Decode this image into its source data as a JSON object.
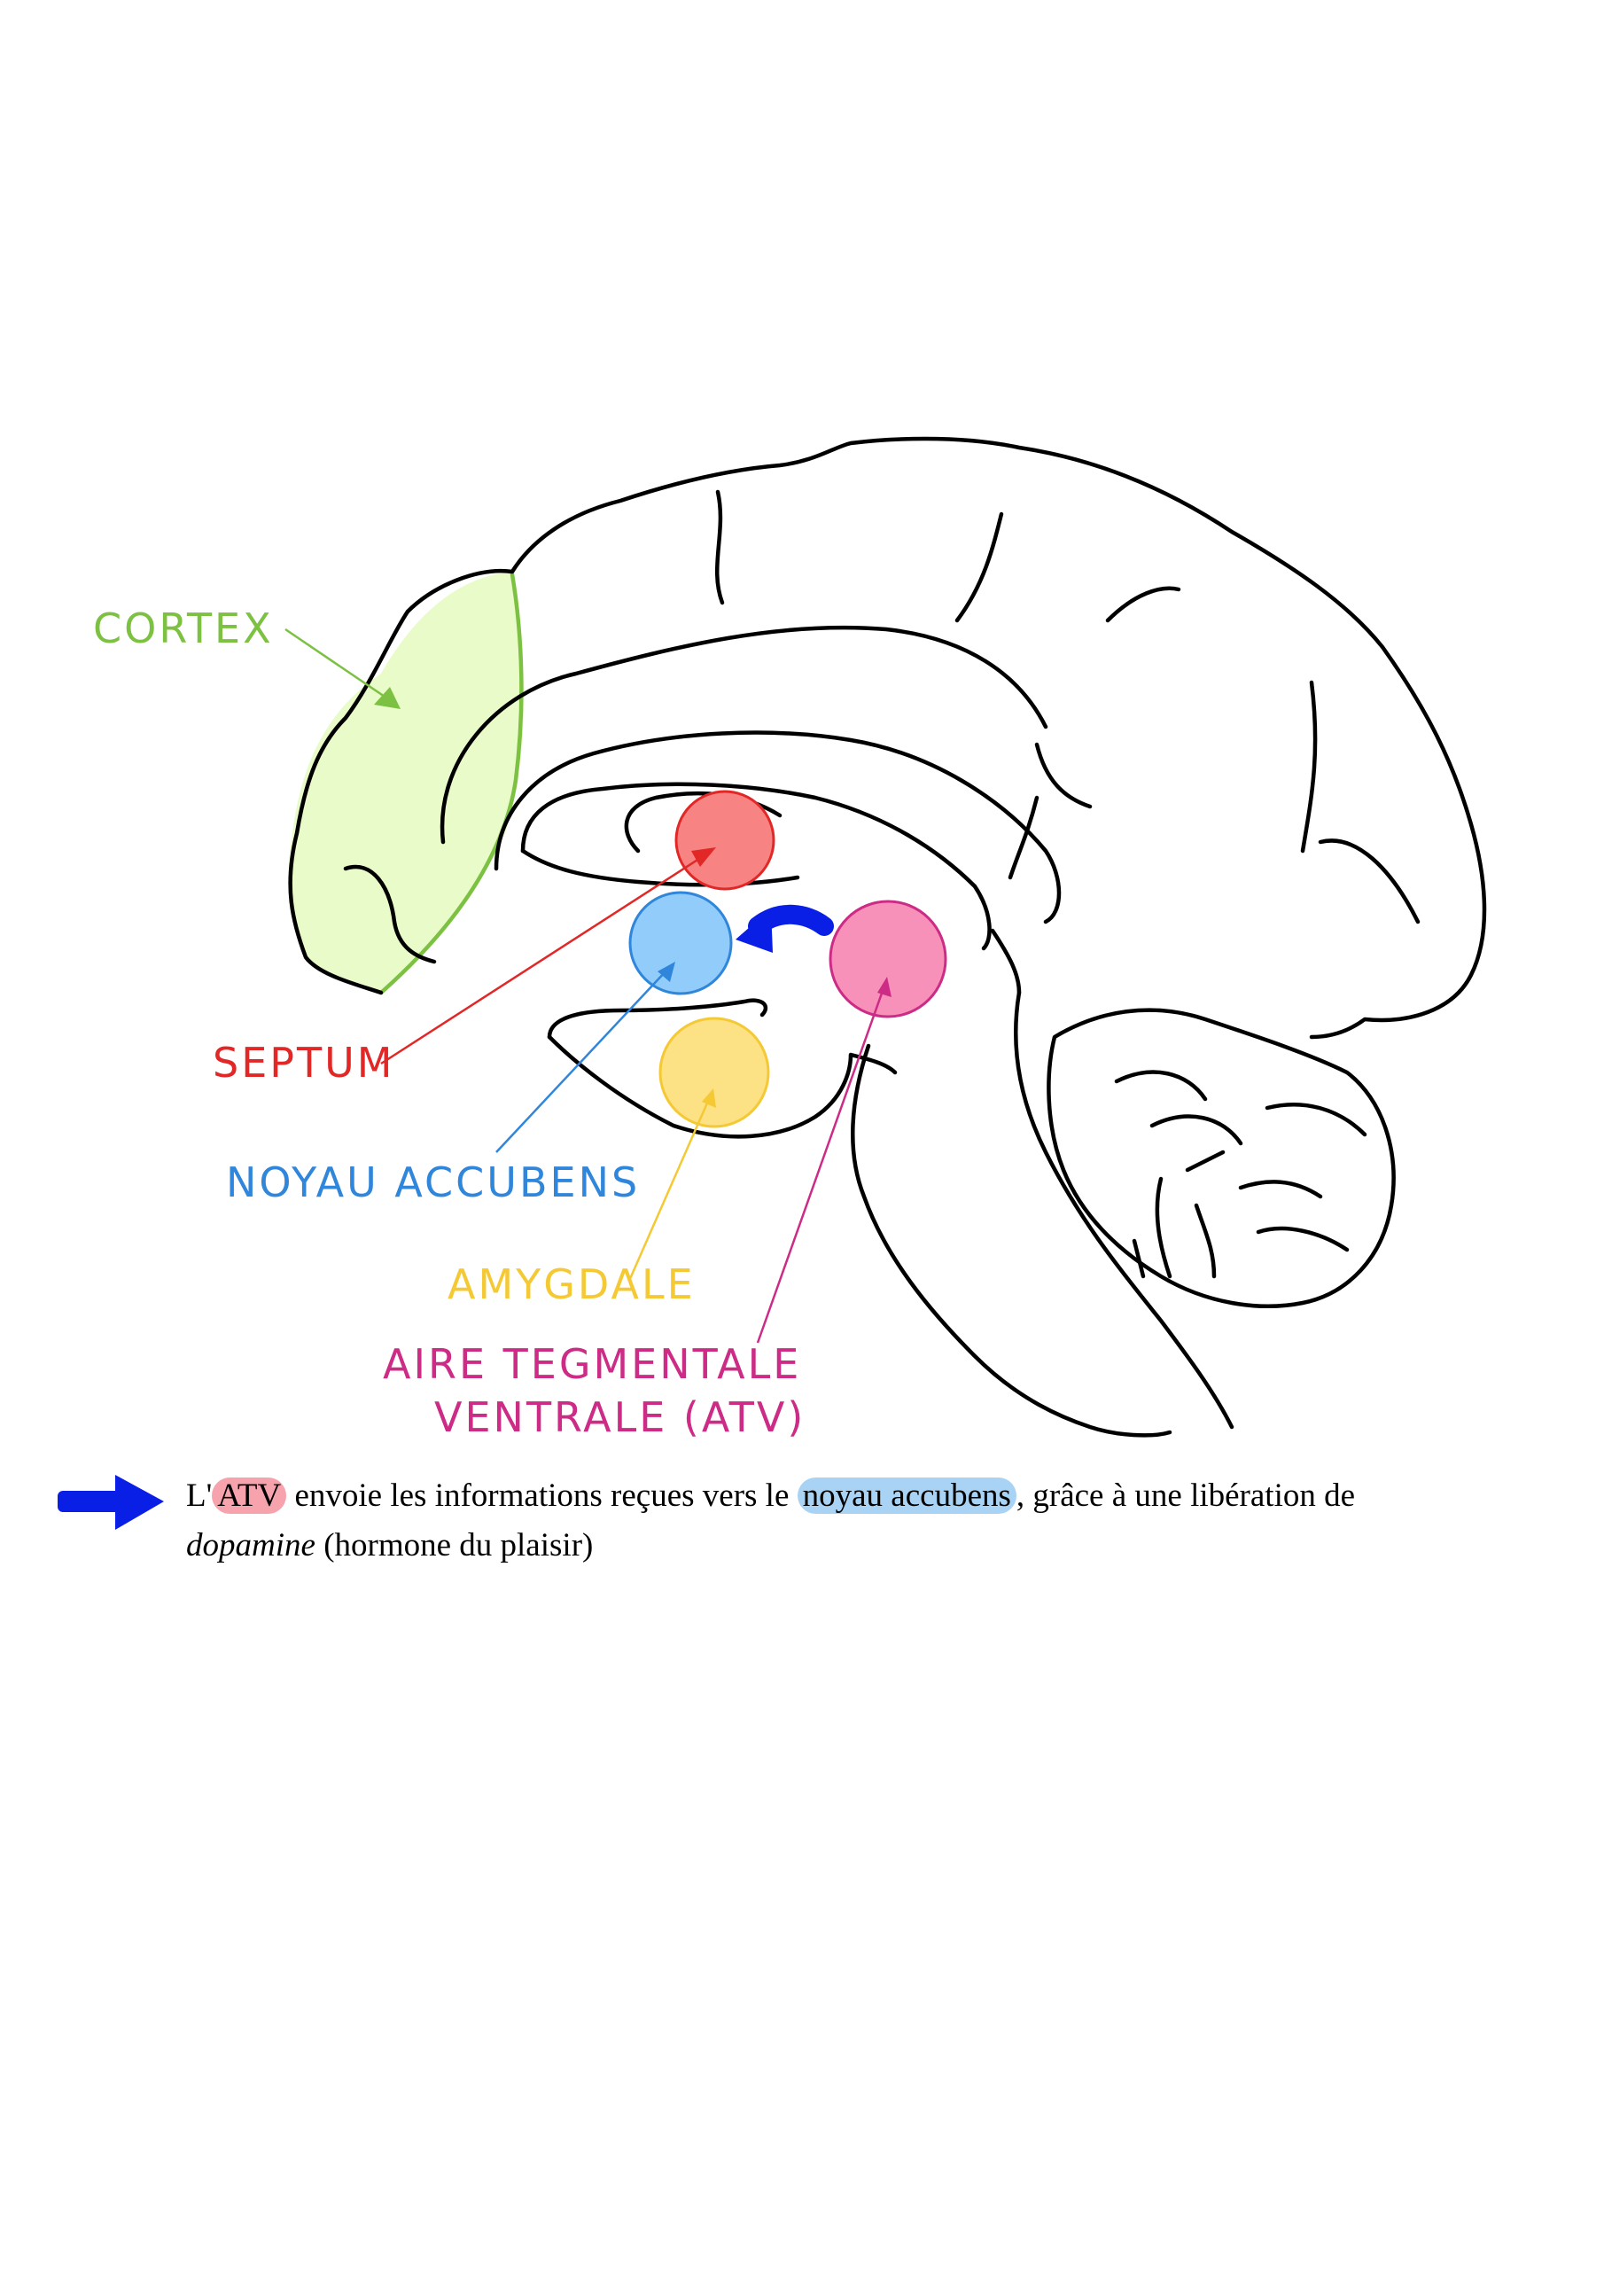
{
  "colors": {
    "outline": "#000000",
    "cortex": "#7cc142",
    "cortex_fill": "#e8fbc9",
    "septum": "#e22727",
    "septum_fill": "#f78383",
    "accubens": "#2f86db",
    "accubens_fill": "#92ccfb",
    "amygdale": "#f4c934",
    "amygdale_fill": "#fde185",
    "atv": "#cc2b86",
    "atv_fill": "#f891b9",
    "dopamine_arrow": "#0a1fe6"
  },
  "labels": {
    "cortex": "CORTEX",
    "septum": "SEPTUM",
    "accubens": "NOYAU ACCUBENS",
    "amygdale": "AMYGDALE",
    "atv_line1": "AIRE TEGMENTALE",
    "atv_line2": "VENTRALE (ATV)"
  },
  "caption": {
    "prefix": "L'",
    "atv": "ATV",
    "text1": " envoie les informations reçues vers le ",
    "accubens": "noyau accubens",
    "text2": ", grâce à une libération de",
    "dopamine": "dopamine",
    "text3": " (hormone du plaisir)"
  }
}
